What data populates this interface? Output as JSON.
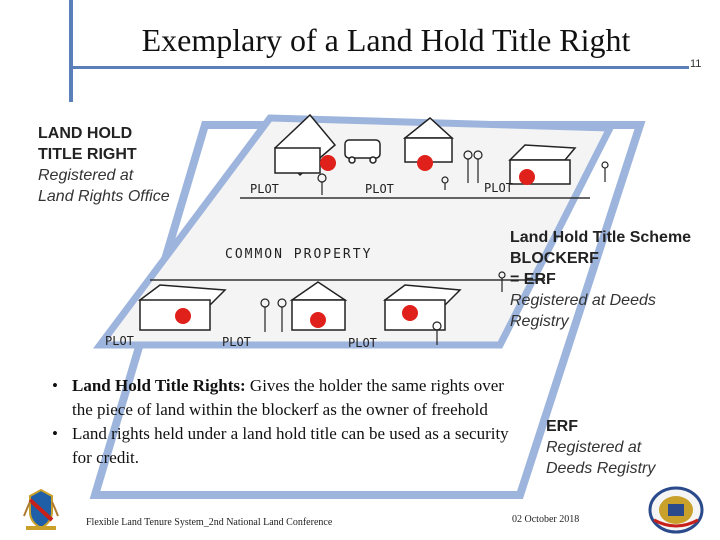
{
  "title": "Exemplary of a Land Hold Title Right",
  "slide_number": "11",
  "diagram": {
    "label_left_bold": [
      "LAND HOLD",
      "TITLE RIGHT"
    ],
    "label_left_italic": [
      "Registered at",
      "Land Rights Office"
    ],
    "label_scheme_bold": [
      "Land Hold Title Scheme",
      "BLOCKERF",
      "= ERF"
    ],
    "label_scheme_italic": [
      "Registered at Deeds",
      "Registry"
    ],
    "label_erf_bold": "ERF",
    "label_erf_italic": [
      "Registered at",
      "Deeds Registry"
    ],
    "common_property": "COMMON PROPERTY",
    "plot_label": "PLOT"
  },
  "bullets": [
    {
      "lead": "Land Hold Title Rights:",
      "text": " Gives the holder the same rights over the piece of land within the blockerf as the owner of freehold"
    },
    {
      "lead": "",
      "text": "Land rights held under a land hold title can be used as a security for credit."
    }
  ],
  "footer": {
    "left": "Flexible Land Tenure System_2nd National Land Conference",
    "date": "02 October 2018"
  },
  "colors": {
    "accent": "#5b7fb8",
    "marker": "#e0201a",
    "band": "#9db4dc"
  }
}
